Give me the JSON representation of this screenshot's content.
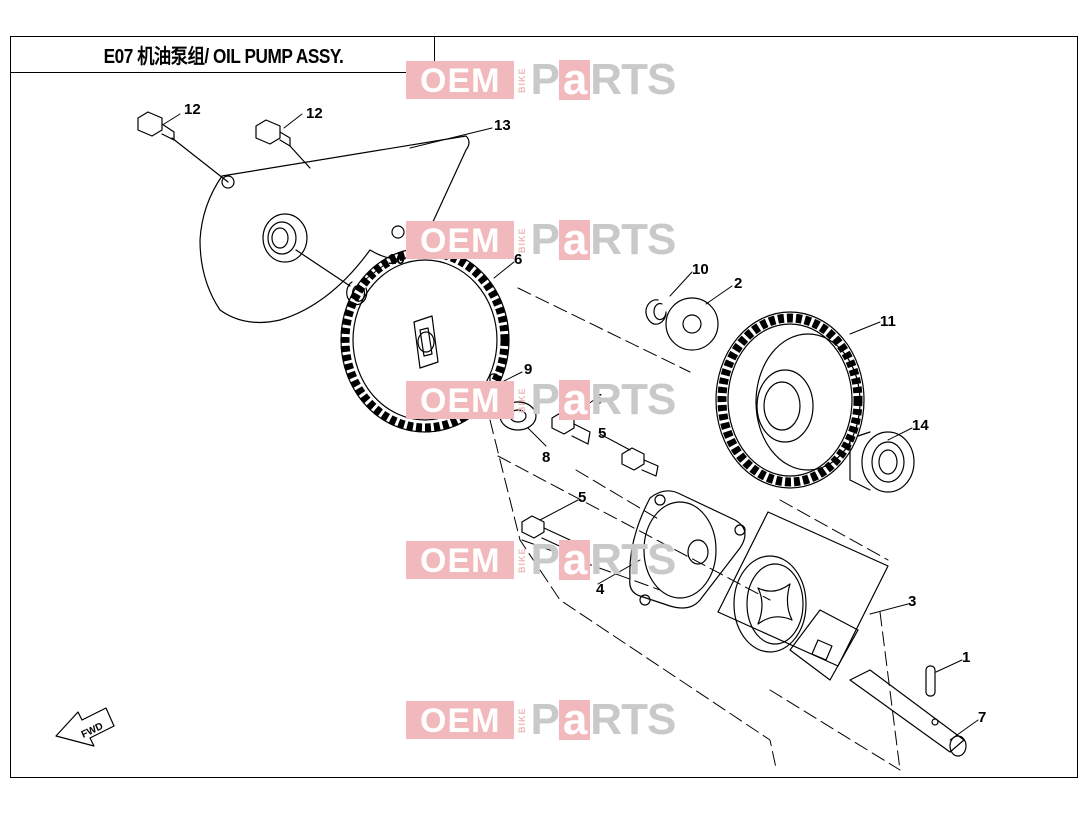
{
  "title": "E07  机油泵组/ OIL PUMP ASSY.",
  "watermark": {
    "oem": "OEM",
    "bike": "BIKE",
    "parts_pre": "P",
    "parts_mid": "a",
    "parts_post": "RTS"
  },
  "fwd_label": "FWD",
  "callouts": {
    "c1": "1",
    "c2": "2",
    "c3": "3",
    "c4": "4",
    "c5a": "5",
    "c5b": "5",
    "c5c": "5",
    "c6": "6",
    "c7": "7",
    "c8": "8",
    "c9": "9",
    "c10a": "10",
    "c10b": "10",
    "c11": "11",
    "c12a": "12",
    "c12b": "12",
    "c13": "13",
    "c14": "14"
  },
  "colors": {
    "line": "#000000",
    "watermark_red": "#f1b9bc",
    "watermark_gray": "#c9c9c9"
  }
}
